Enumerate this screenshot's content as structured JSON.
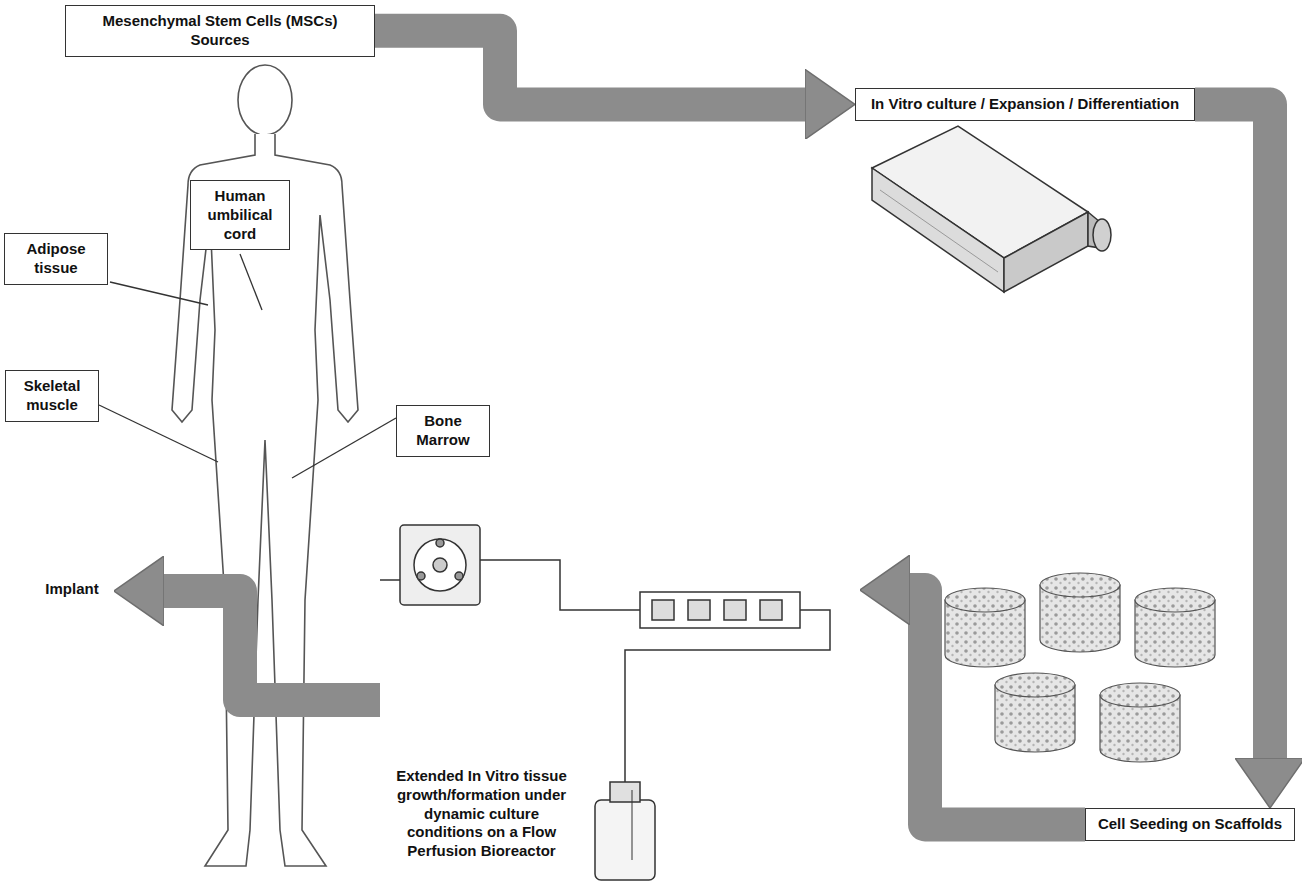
{
  "diagram": {
    "nodes": [
      {
        "text": [
          "Mesenchymal Stem Cells (MSCs) Sources"
        ]
      },
      {
        "text": [
          "Adipose tissue"
        ]
      },
      {
        "text": [
          "Human umbilical cord"
        ]
      },
      {
        "text": [
          "Skeletal muscle"
        ]
      },
      {
        "text": [
          "Bone Marrow"
        ]
      },
      {
        "text": [
          "In Vitro culture / Expansion / Differentiation"
        ]
      },
      {
        "text": [
          "Cell Seeding on Scaffolds"
        ]
      },
      {
        "text": [
          "Extended In Vitro tissue growth/formation under dynamic culture conditions on a Flow Perfusion Bioreactor"
        ]
      },
      {
        "text": [
          "Implant"
        ]
      }
    ],
    "edges": [
      {
        "from": 0,
        "to": 5,
        "arrow": "to"
      },
      {
        "from": 5,
        "to": 6,
        "arrow": "to"
      },
      {
        "from": 6,
        "to": 7,
        "arrow": "to"
      },
      {
        "from": 7,
        "to": 8,
        "arrow": "to"
      }
    ]
  }
}
